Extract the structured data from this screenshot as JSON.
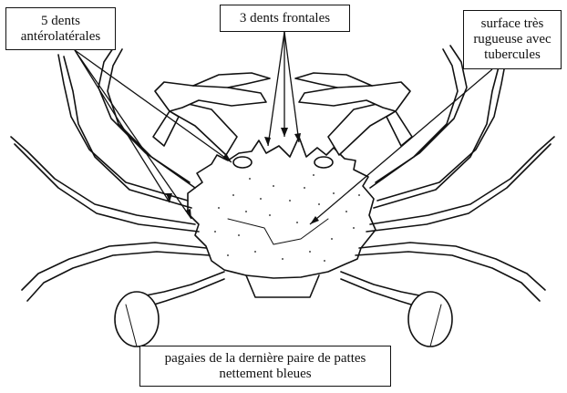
{
  "labels": {
    "anterolateral": [
      "5 dents",
      "antérolatérales"
    ],
    "frontal": "3 dents frontales",
    "surface": [
      "surface très",
      "rugueuse avec",
      "tubercules"
    ],
    "paddles": [
      "pagaies de la dernière paire de pattes",
      "nettement bleues"
    ]
  },
  "colors": {
    "ink": "#111111",
    "paper": "#ffffff"
  }
}
